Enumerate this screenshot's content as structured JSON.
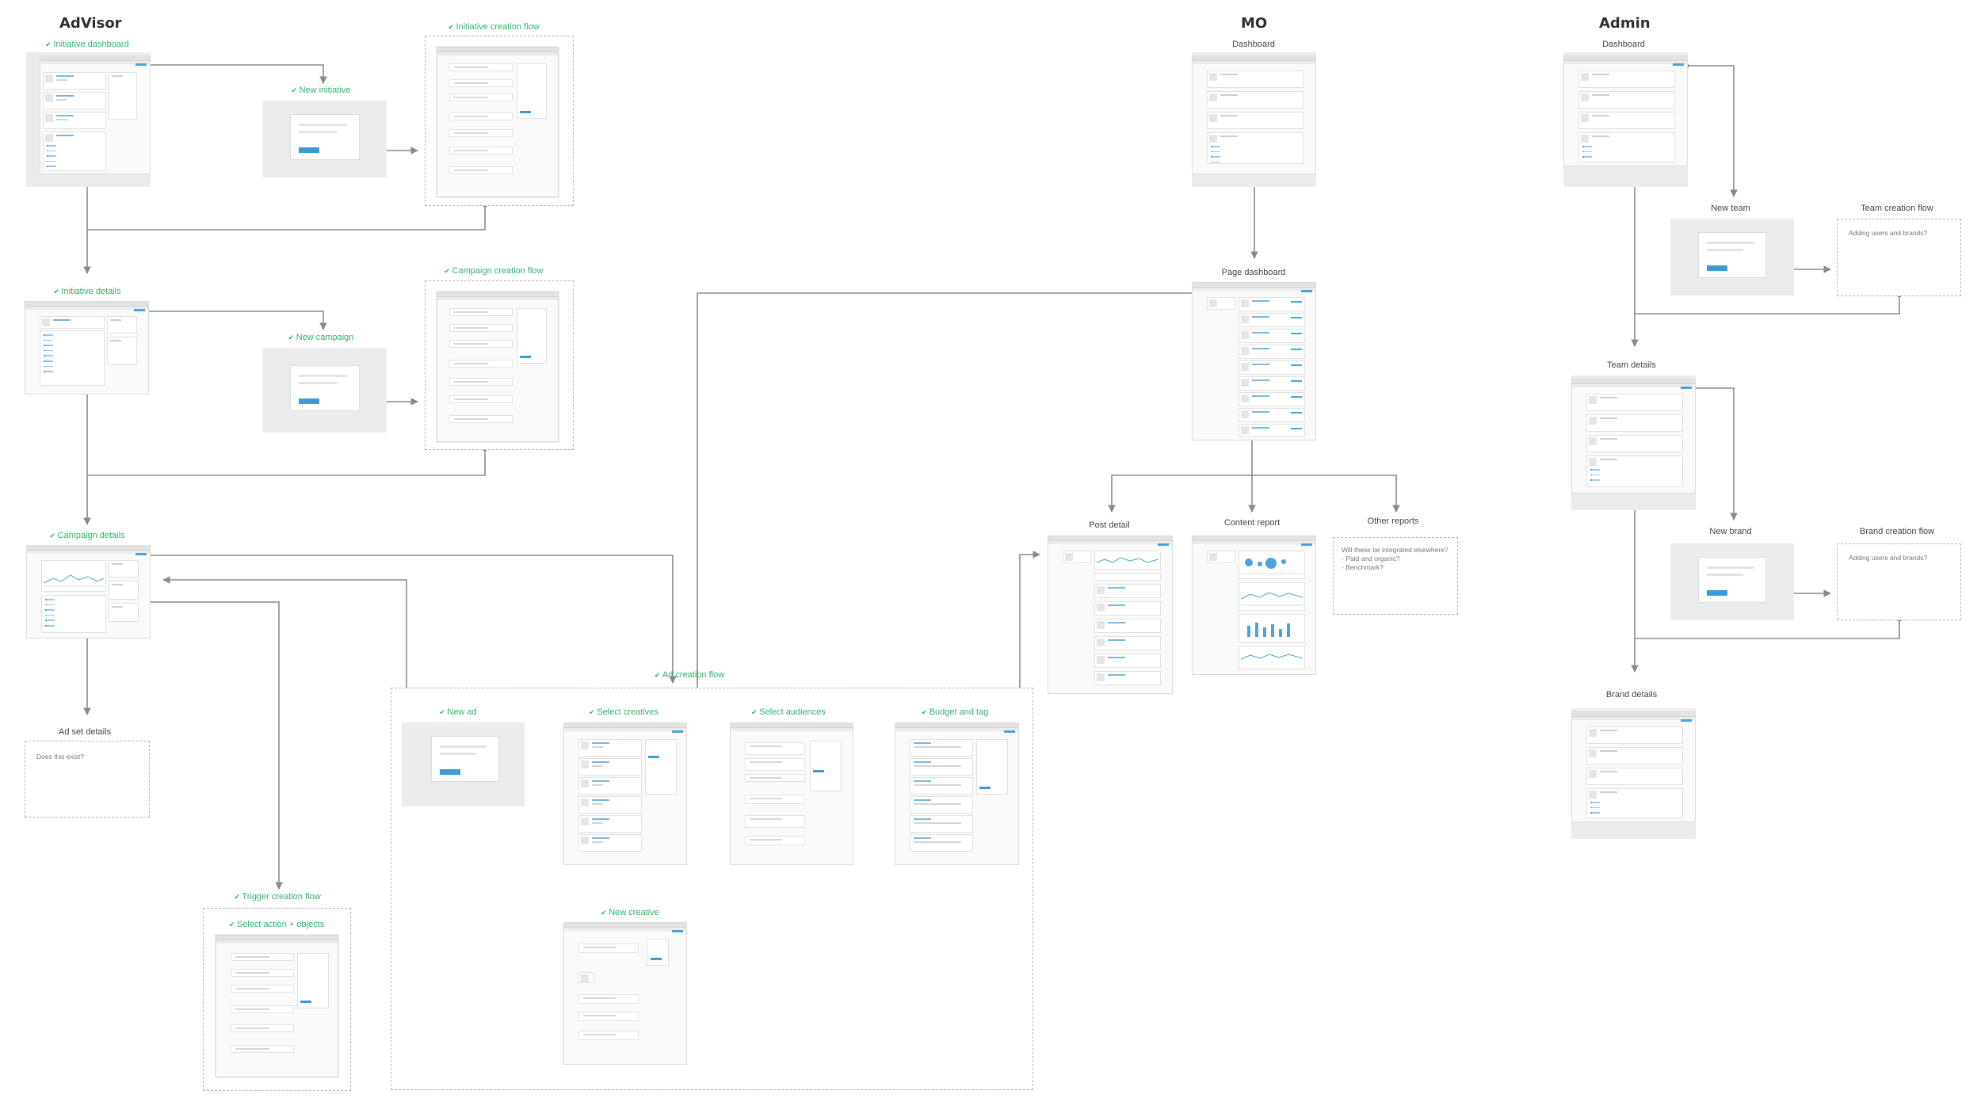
{
  "sections": {
    "advisor": "AdVisor",
    "mo": "MO",
    "admin": "Admin"
  },
  "labels": {
    "initiative_dashboard": "Initiative dashboard",
    "initiative_creation_flow": "Initiative creation flow",
    "new_initiative": "New initiative",
    "initiative_details": "Initiative details",
    "campaign_creation_flow": "Campaign creation flow",
    "new_campaign": "New campaign",
    "campaign_details": "Campaign details",
    "ad_set_details": "Ad set details",
    "ad_creation_flow": "Ad creation flow",
    "new_ad": "New ad",
    "select_creatives": "Select creatives",
    "select_audiences": "Select audiences",
    "budget_and_tag": "Budget and tag",
    "new_creative": "New creative",
    "trigger_creation_flow": "Trigger creation flow",
    "select_action_objects": "Select action + objects",
    "mo_dashboard": "Dashboard",
    "page_dashboard": "Page dashboard",
    "post_detail": "Post detail",
    "content_report": "Content report",
    "other_reports": "Other reports",
    "admin_dashboard": "Dashboard",
    "new_team": "New team",
    "team_creation_flow": "Team creation flow",
    "team_details": "Team details",
    "new_brand": "New brand",
    "brand_creation_flow": "Brand creation flow",
    "brand_details": "Brand details"
  },
  "notes": {
    "ad_set_details": "Does this exist?",
    "other_reports": "Will these be integrated elsewhere?\n- Paid and organic?\n- Benchmark?",
    "team_creation_flow": "Adding users and brands?",
    "brand_creation_flow": "Adding users and brands?"
  },
  "colors": {
    "accent_green": "#2fb36e",
    "accent_blue": "#3c9ad9",
    "connector": "#8a8a8a",
    "frame_bg": "#ebecee"
  }
}
